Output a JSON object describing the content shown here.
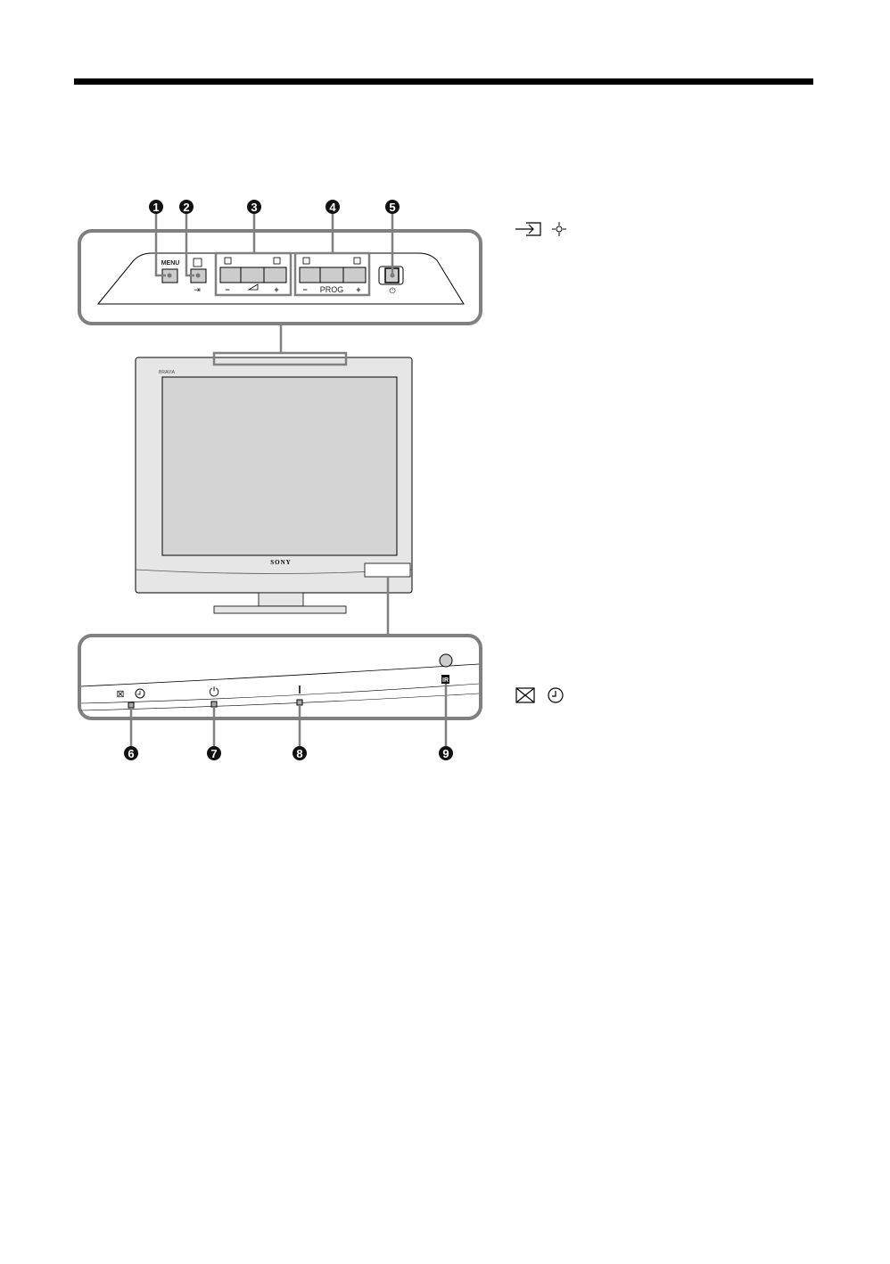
{
  "callouts": [
    "1",
    "2",
    "3",
    "4",
    "5",
    "6",
    "7",
    "8",
    "9"
  ],
  "top_panel": {
    "menu_label": "MENU",
    "volume_minus": "−",
    "volume_plus": "+",
    "prog_minus": "−",
    "prog_label": "PROG",
    "prog_plus": "+"
  },
  "tv": {
    "brand": "SONY",
    "series": "BRAVIA"
  },
  "bottom_panel": {
    "ir_label": "IR"
  },
  "side_icons": [
    {
      "icons": [
        "input-select-icon",
        "ok-crosshair-icon"
      ]
    },
    {
      "icons": [
        "picture-off-icon",
        "timer-icon"
      ]
    }
  ],
  "colors": {
    "panel_outline": "#808080",
    "screen": "#d4d4d4",
    "bezel": "#e8e8e8",
    "callout": "#111111"
  }
}
